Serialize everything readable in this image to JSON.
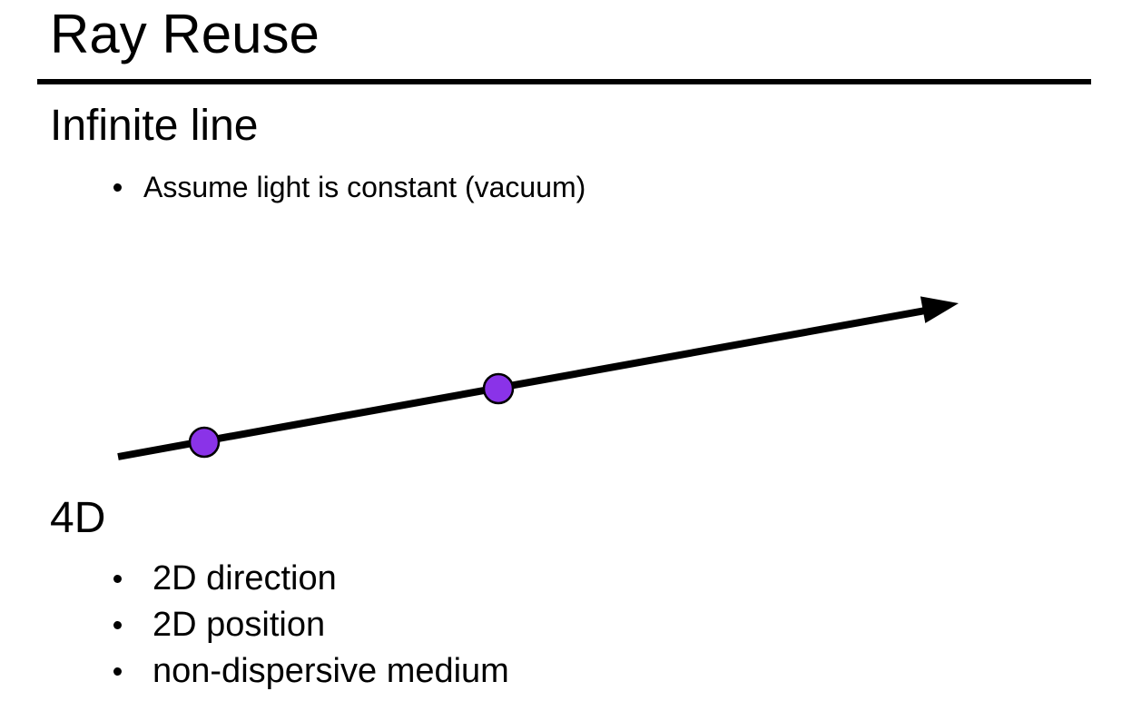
{
  "slide": {
    "title": "Ray Reuse"
  },
  "sections": [
    {
      "heading": "Infinite line",
      "bullets": [
        "Assume light is constant (vacuum)"
      ]
    },
    {
      "heading": "4D",
      "bullets": [
        "2D direction",
        "2D position",
        "non-dispersive medium"
      ]
    }
  ],
  "diagram": {
    "point_fill": "#8A33E8",
    "line_color": "#000000"
  },
  "colors": {
    "background": "#FFFFFF",
    "text": "#000000",
    "accent_purple": "#8A33E8"
  }
}
